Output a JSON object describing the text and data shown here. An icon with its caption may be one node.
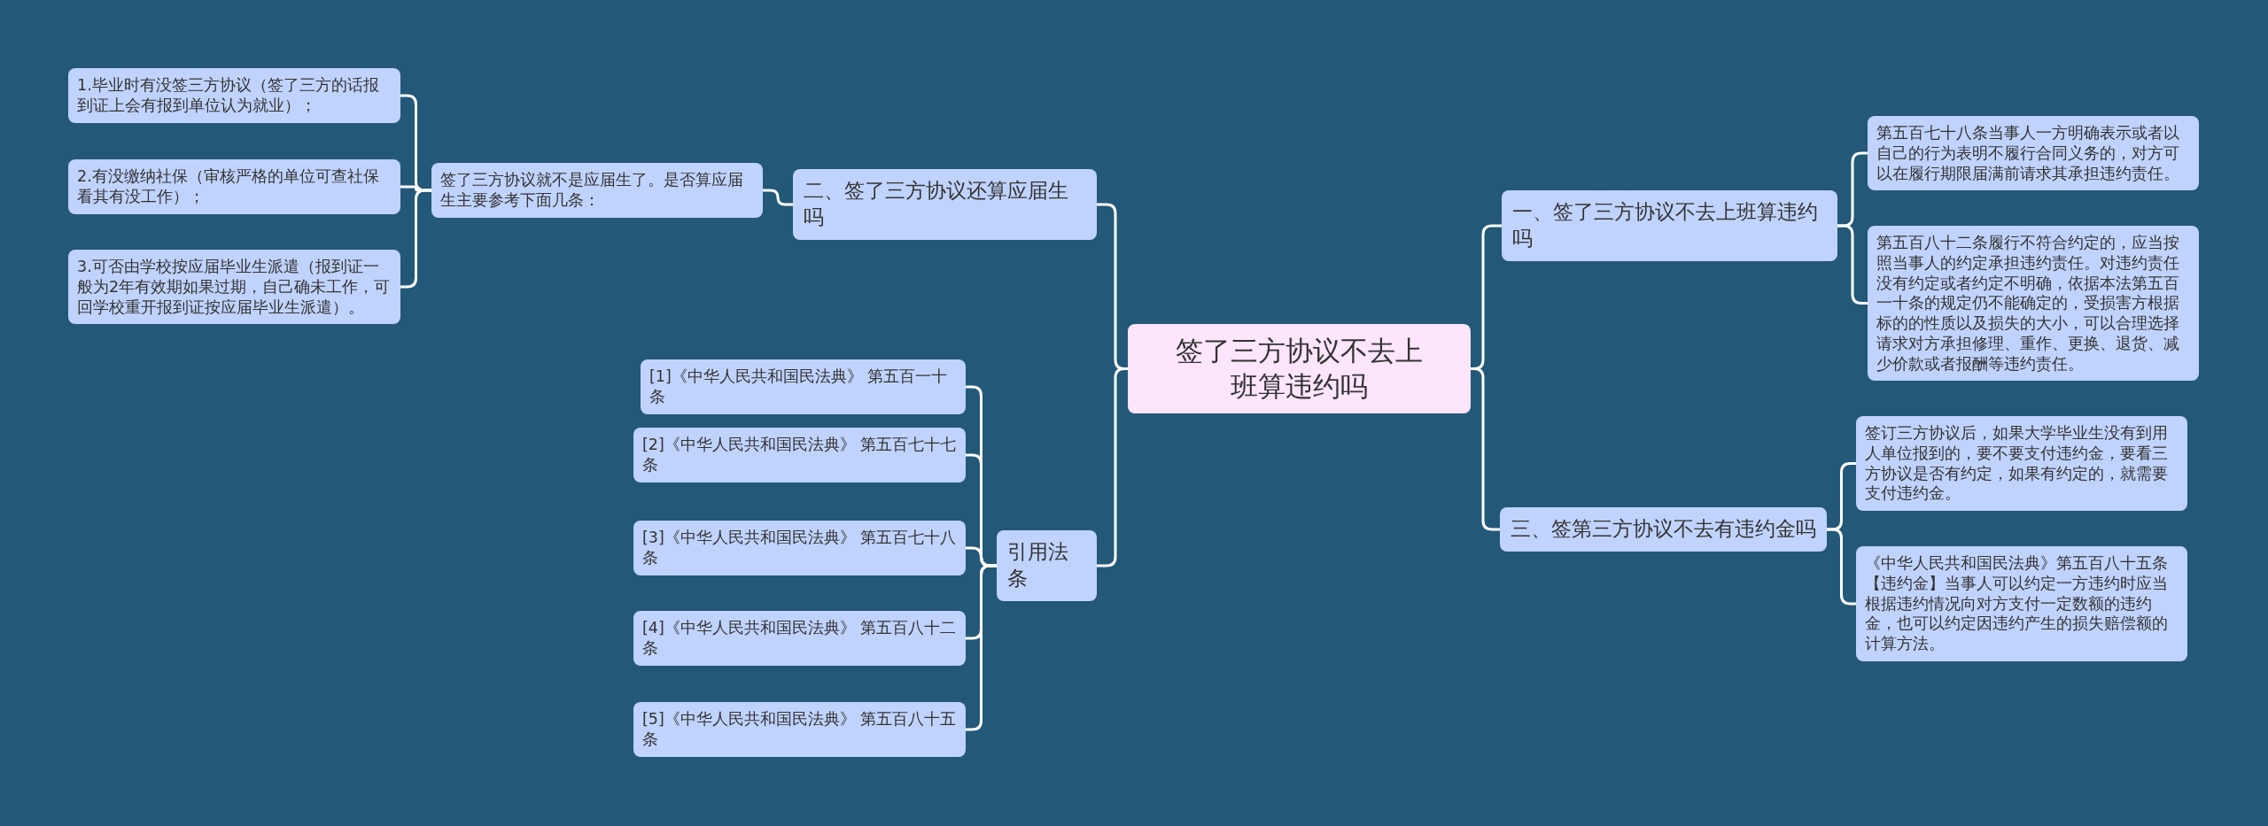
{
  "diagram": {
    "nodes": [
      {
        "text": [
          "签了三方协议不去上班算违约吗"
        ]
      },
      {
        "text": [
          "一、签了三方协议不去上班算违约吗"
        ]
      },
      {
        "text": [
          "第五百七十八条当事人一方明确表示或者以自己的行为表明不履行合同义务的，对方可以在履行期限届满前请求其承担违约责任。"
        ]
      },
      {
        "text": [
          "第五百八十二条履行不符合约定的，应当按照当事人的约定承担违约责任。对违约责任没有约定或者约定不明确，依据本法第五百一十条的规定仍不能确定的，受损害方根据标的的性质以及损失的大小，可以合理选择请求对方承担修理、重作、更换、退货、减少价款或者报酬等违约责任。"
        ]
      },
      {
        "text": [
          "二、签了三方协议还算应届生吗"
        ]
      },
      {
        "text": [
          "签了三方协议就不是应届生了。是否算应届生主要参考下面几条："
        ]
      },
      {
        "text": [
          "1.毕业时有没签三方协议（签了三方的话报到证上会有报到单位认为就业）；"
        ]
      },
      {
        "text": [
          "2.有没缴纳社保（审核严格的单位可查社保看其有没工作）；"
        ]
      },
      {
        "text": [
          "3.可否由学校按应届毕业生派遣（报到证一般为2年有效期如果过期，自己确未工作，可回学校重开报到证按应届毕业生派遣）。"
        ]
      },
      {
        "text": [
          "引用法条"
        ]
      },
      {
        "text": [
          "[1]《中华人民共和国民法典》 第五百一十条"
        ]
      },
      {
        "text": [
          "[2]《中华人民共和国民法典》 第五百七十七条"
        ]
      },
      {
        "text": [
          "[3]《中华人民共和国民法典》 第五百七十八条"
        ]
      },
      {
        "text": [
          "[4]《中华人民共和国民法典》 第五百八十二条"
        ]
      },
      {
        "text": [
          "[5]《中华人民共和国民法典》 第五百八十五条"
        ]
      },
      {
        "text": [
          "三、签第三方协议不去有违约金吗"
        ]
      },
      {
        "text": [
          "签订三方协议后，如果大学毕业生没有到用人单位报到的，要不要支付违约金，要看三方协议是否有约定，如果有约定的，就需要支付违约金。"
        ]
      },
      {
        "text": [
          "《中华人民共和国民法典》第五百八十五条【违约金】当事人可以约定一方违约时应当根据违约情况向对方支付一定数额的违约金，也可以约定因违约产生的损失赔偿额的计算方法。"
        ]
      }
    ],
    "edges": [
      {
        "from": 0,
        "to": 1,
        "arrow": "none"
      },
      {
        "from": 1,
        "to": 2,
        "arrow": "none"
      },
      {
        "from": 1,
        "to": 3,
        "arrow": "none"
      },
      {
        "from": 0,
        "to": 4,
        "arrow": "none"
      },
      {
        "from": 4,
        "to": 5,
        "arrow": "none"
      },
      {
        "from": 5,
        "to": 6,
        "arrow": "none"
      },
      {
        "from": 5,
        "to": 7,
        "arrow": "none"
      },
      {
        "from": 5,
        "to": 8,
        "arrow": "none"
      },
      {
        "from": 0,
        "to": 9,
        "arrow": "none"
      },
      {
        "from": 9,
        "to": 10,
        "arrow": "none"
      },
      {
        "from": 9,
        "to": 11,
        "arrow": "none"
      },
      {
        "from": 9,
        "to": 12,
        "arrow": "none"
      },
      {
        "from": 9,
        "to": 13,
        "arrow": "none"
      },
      {
        "from": 9,
        "to": 14,
        "arrow": "none"
      },
      {
        "from": 0,
        "to": 15,
        "arrow": "none"
      },
      {
        "from": 15,
        "to": 16,
        "arrow": "none"
      },
      {
        "from": 15,
        "to": 17,
        "arrow": "none"
      }
    ]
  }
}
